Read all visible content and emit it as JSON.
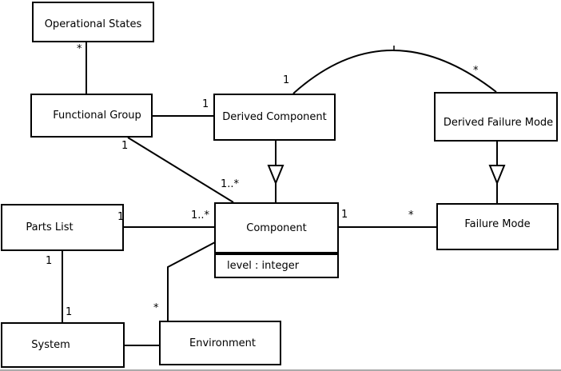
{
  "diagram": {
    "kind": "uml-class-diagram",
    "colors": {
      "background": "#ffffff",
      "line": "#000000",
      "text": "#000000"
    },
    "nodes": [
      {
        "id": "operational-states",
        "label": "Operational States"
      },
      {
        "id": "functional-group",
        "label": "Functional Group"
      },
      {
        "id": "derived-component",
        "label": "Derived Component"
      },
      {
        "id": "derived-failure-mode",
        "label": "Derived Failure Mode"
      },
      {
        "id": "parts-list",
        "label": "Parts List"
      },
      {
        "id": "component",
        "label": "Component",
        "attributes": [
          "level : integer"
        ]
      },
      {
        "id": "failure-mode",
        "label": "Failure Mode"
      },
      {
        "id": "system",
        "label": "System"
      },
      {
        "id": "environment",
        "label": "Environment"
      }
    ],
    "edges": [
      {
        "source": "Operational States",
        "target": "Functional Group",
        "type": "association",
        "source_label": "*"
      },
      {
        "source": "Functional Group",
        "target": "Derived Component",
        "type": "association",
        "target_label": "1"
      },
      {
        "source": "Functional Group",
        "target": "Component",
        "type": "association",
        "source_label": "1",
        "target_label": "1..*"
      },
      {
        "source": "Derived Component",
        "target": "Component",
        "type": "generalization"
      },
      {
        "source": "Derived Component",
        "target": "Derived Failure Mode",
        "type": "association",
        "source_label": "1",
        "target_label": "*"
      },
      {
        "source": "Derived Failure Mode",
        "target": "Failure Mode",
        "type": "generalization"
      },
      {
        "source": "Parts List",
        "target": "Component",
        "type": "association",
        "source_label": "1",
        "target_label": "1..*"
      },
      {
        "source": "Component",
        "target": "Failure Mode",
        "type": "association",
        "source_label": "1",
        "target_label": "*"
      },
      {
        "source": "Parts List",
        "target": "System",
        "type": "association",
        "source_label": "1",
        "target_label": "1"
      },
      {
        "source": "System",
        "target": "Environment",
        "type": "association"
      },
      {
        "source": "Environment",
        "target": "Component",
        "type": "association",
        "source_label": "*"
      }
    ]
  }
}
